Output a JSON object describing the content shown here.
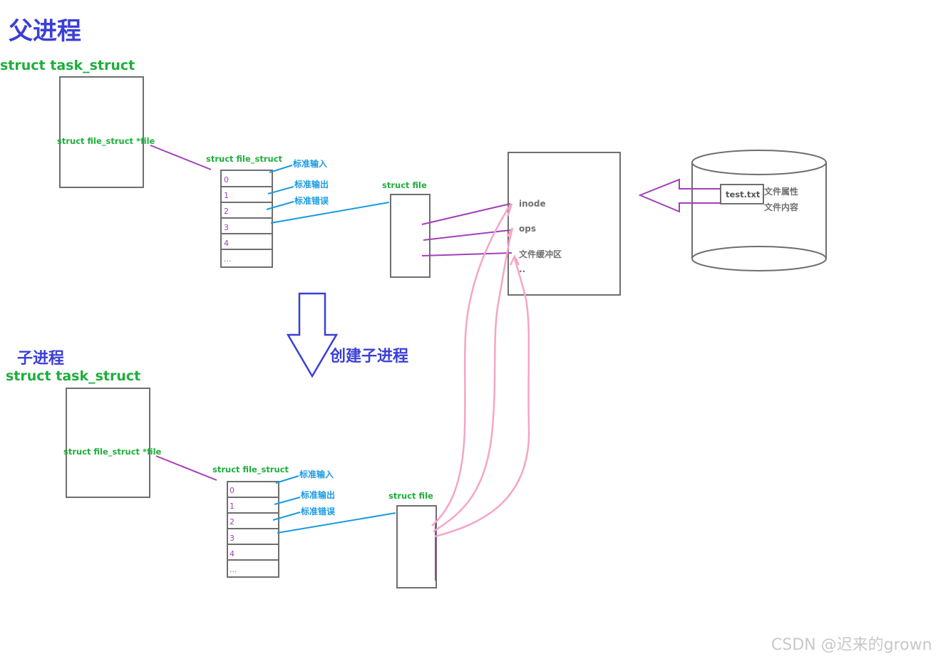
{
  "parent": {
    "title": "父进程",
    "task_struct_label": "struct task_struct",
    "files_ptr_label": "struct file_struct *file",
    "file_struct_label": "struct file_struct",
    "fd_indices": [
      "0",
      "1",
      "2",
      "3",
      "4",
      "..."
    ],
    "std_labels": [
      "标准输入",
      "标准输出",
      "标准错误"
    ],
    "struct_file_label": "struct file"
  },
  "transition": {
    "label": "创建子进程"
  },
  "child": {
    "title": "子进程",
    "task_struct_label": "struct task_struct",
    "files_ptr_label": "struct file_struct *file",
    "file_struct_label": "struct file_struct",
    "fd_indices": [
      "0",
      "1",
      "2",
      "3",
      "4",
      "..."
    ],
    "std_labels": [
      "标准输入",
      "标准输出",
      "标准错误"
    ],
    "struct_file_label": "struct file"
  },
  "inode_box": {
    "fields": [
      "inode",
      "ops",
      "文件缓冲区",
      ".."
    ]
  },
  "disk": {
    "file_name": "test.txt",
    "file_props": [
      "文件属性",
      "文件内容"
    ]
  },
  "watermark": "CSDN @迟来的grown",
  "colors": {
    "title_blue": "#3b3fd6",
    "label_green": "#1fae3c",
    "label_blue": "#1a9be0",
    "purple": "#a23fb8",
    "pink": "#f7a4c6",
    "box_gray": "#6e6e6e"
  }
}
